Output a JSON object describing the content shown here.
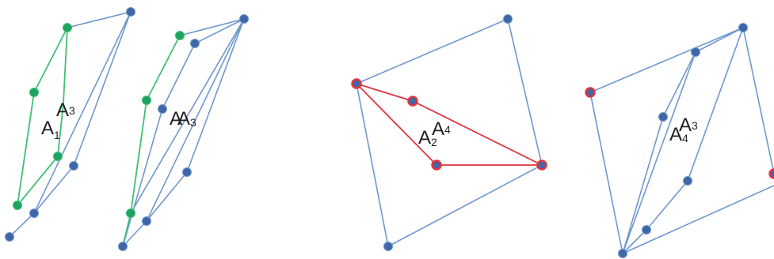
{
  "colors": {
    "blue": "#6f97cf",
    "node_blue": "#3f67a8",
    "green": "#1fa360",
    "green_line": "#3fbf73",
    "red": "#e0343e",
    "bg": "#ffffff"
  },
  "labels": {
    "a1_main": "A",
    "a1_sub": "1",
    "a3_main": "A",
    "a3_sub": "3",
    "panel2_a": "A",
    "panel2_b": "A",
    "panel2_sub": "3",
    "a2_main": "A",
    "a2_sub": "2",
    "a4_main": "A",
    "a4_sub": "4",
    "panel4_a4_main": "A",
    "panel4_a4_sub": "4",
    "panel4_a3_main": "A",
    "panel4_a3_sub": "3"
  }
}
